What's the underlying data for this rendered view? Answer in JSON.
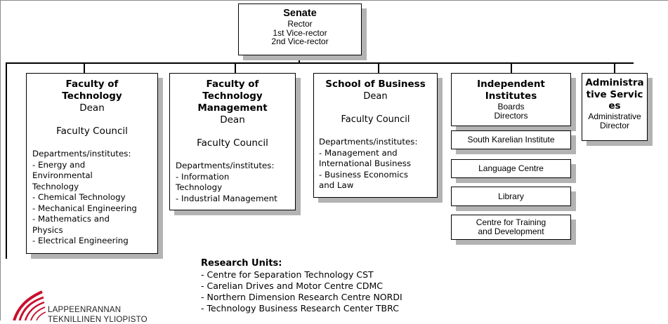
{
  "senate": {
    "title": "Senate",
    "lines": [
      "Rector",
      "1st Vice-rector",
      "2nd Vice-rector"
    ]
  },
  "faculty_tech": {
    "title": "Faculty of Technology",
    "dean": "Dean",
    "council": "Faculty Council",
    "depts_header": "Departments/institutes:",
    "depts": [
      "- Energy and",
      "Environmental",
      "Technology",
      "- Chemical Technology",
      "- Mechanical Engineering",
      "- Mathematics and",
      "Physics",
      "- Electrical Engineering"
    ]
  },
  "faculty_mgmt": {
    "title": "Faculty of Technology Management",
    "dean": "Dean",
    "council": "Faculty Council",
    "depts_header": "Departments/institutes:",
    "depts": [
      "- Information",
      "Technology",
      "- Industrial Management"
    ]
  },
  "school_business": {
    "title": "School of Business",
    "dean": "Dean",
    "council": "Faculty Council",
    "depts_header": "Departments/institutes:",
    "depts": [
      "- Management and",
      "International Business",
      "- Business Economics",
      "and Law"
    ]
  },
  "independent": {
    "title": "Independent Institutes",
    "boards": "Boards",
    "directors": "Directors",
    "units": [
      "South Karelian Institute",
      "Language Centre",
      "Library",
      "Centre for Training and Development"
    ]
  },
  "admin": {
    "title": "Administrative Services",
    "director": "Administrative Director"
  },
  "research": {
    "title": "Research Units:",
    "items": [
      "- Centre for Separation Technology CST",
      "- Carelian Drives and Motor Centre CDMC",
      "- Northern Dimension Research Centre NORDI",
      "- Technology Business Research Center TBRC"
    ]
  },
  "logo": {
    "line1": "LAPPEENRANNAN",
    "line2": "TEKNILLINEN YLIOPISTO"
  },
  "colors": {
    "shadow": "#b3b3b3",
    "logo_red": "#c8102e"
  }
}
